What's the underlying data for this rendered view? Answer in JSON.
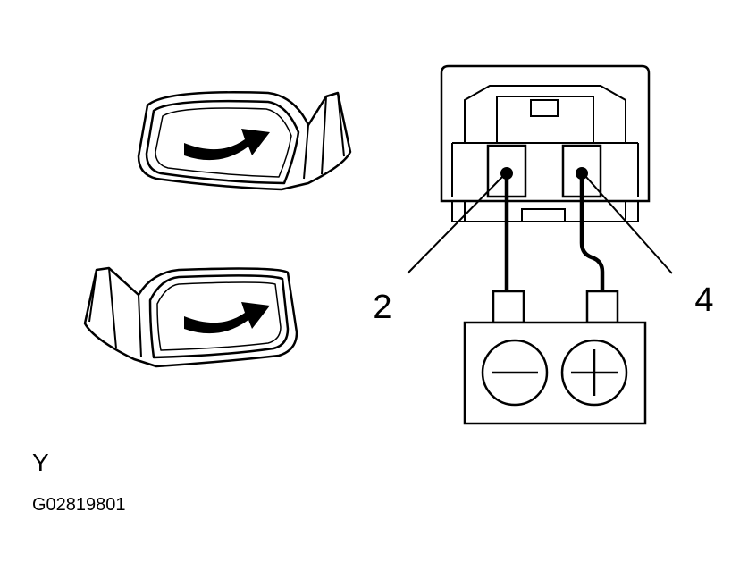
{
  "labels": {
    "pin_left": "2",
    "pin_right": "4",
    "view": "Y",
    "figure_code": "G02819801"
  },
  "battery": {
    "negative_symbol": "−",
    "positive_symbol": "+"
  },
  "colors": {
    "line": "#000000",
    "background": "#ffffff"
  },
  "icons": {
    "mirror_upper": "side-mirror-icon",
    "mirror_lower": "side-mirror-icon",
    "arrow": "curved-arrow-right-icon"
  }
}
